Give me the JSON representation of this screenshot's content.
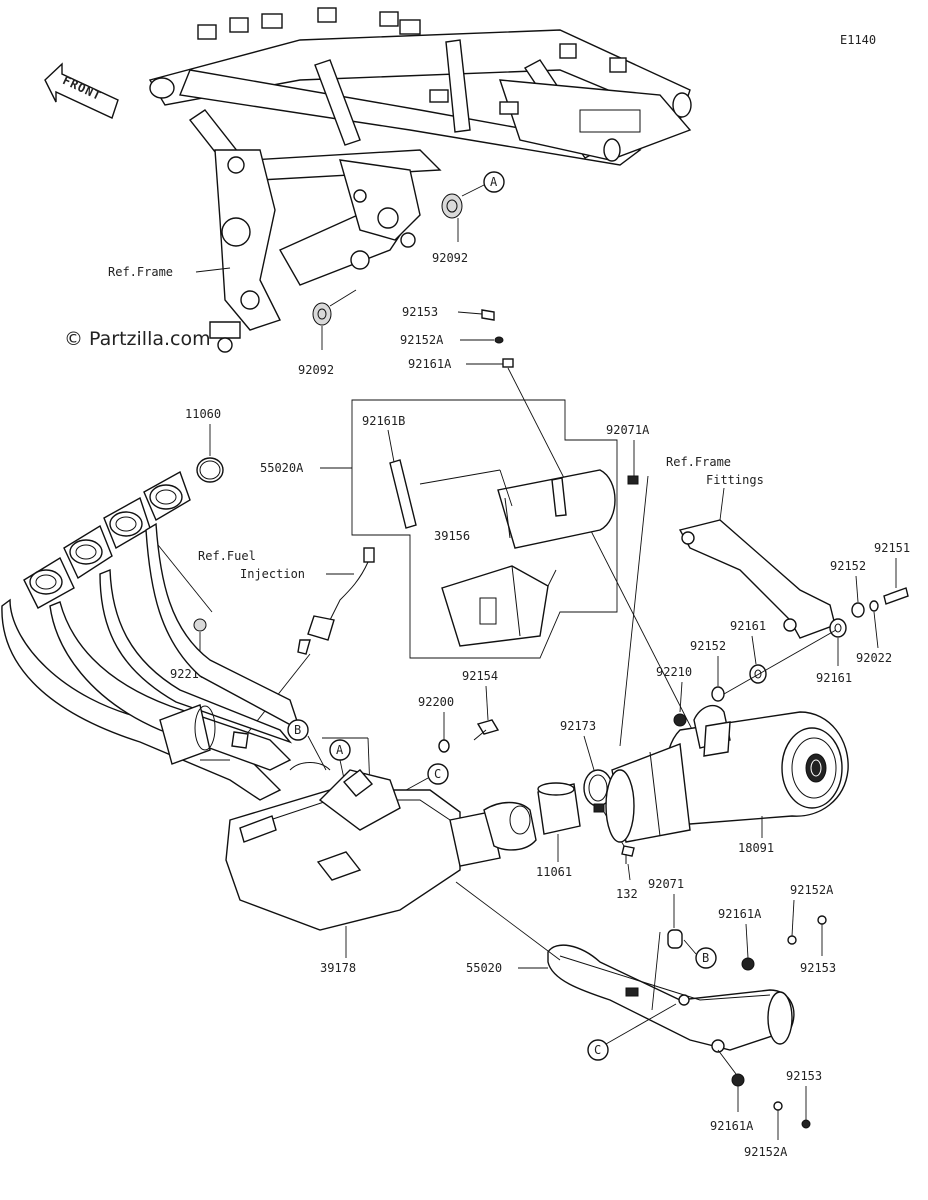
{
  "diagram_code": "E1140",
  "front_label": "FRONT",
  "copyright": "© Partzilla.com",
  "ref_labels": {
    "frame": "Ref.Frame",
    "frame_fittings_1": "Ref.Frame",
    "frame_fittings_2": "Fittings",
    "fuel_1": "Ref.Fuel",
    "fuel_2": "Injection"
  },
  "callouts": {
    "a": "A",
    "b": "B",
    "c": "C"
  },
  "parts": {
    "p92092_top": "92092",
    "p92092_bottom": "92092",
    "p92153_top": "92153",
    "p92152A_top": "92152A",
    "p92161A_top": "92161A",
    "p11060": "11060",
    "p92161B": "92161B",
    "p55020A": "55020A",
    "p39156": "39156",
    "p92071A": "92071A",
    "p92151": "92151",
    "p92152_right": "92152",
    "p92161_right": "92161",
    "p92022": "92022",
    "p92161_lower": "92161",
    "p92152_mid": "92152",
    "p92210": "92210",
    "p92210A": "92210A",
    "p92154": "92154",
    "p92200": "92200",
    "p92173": "92173",
    "p18091": "18091",
    "p11061": "11061",
    "p132": "132",
    "p92071": "92071",
    "p92152A_right": "92152A",
    "p92161A_right": "92161A",
    "p92153_right": "92153",
    "p39178": "39178",
    "p55020": "55020",
    "p92153_bottom": "92153",
    "p92161A_bottom": "92161A",
    "p92152A_bottom": "92152A"
  }
}
